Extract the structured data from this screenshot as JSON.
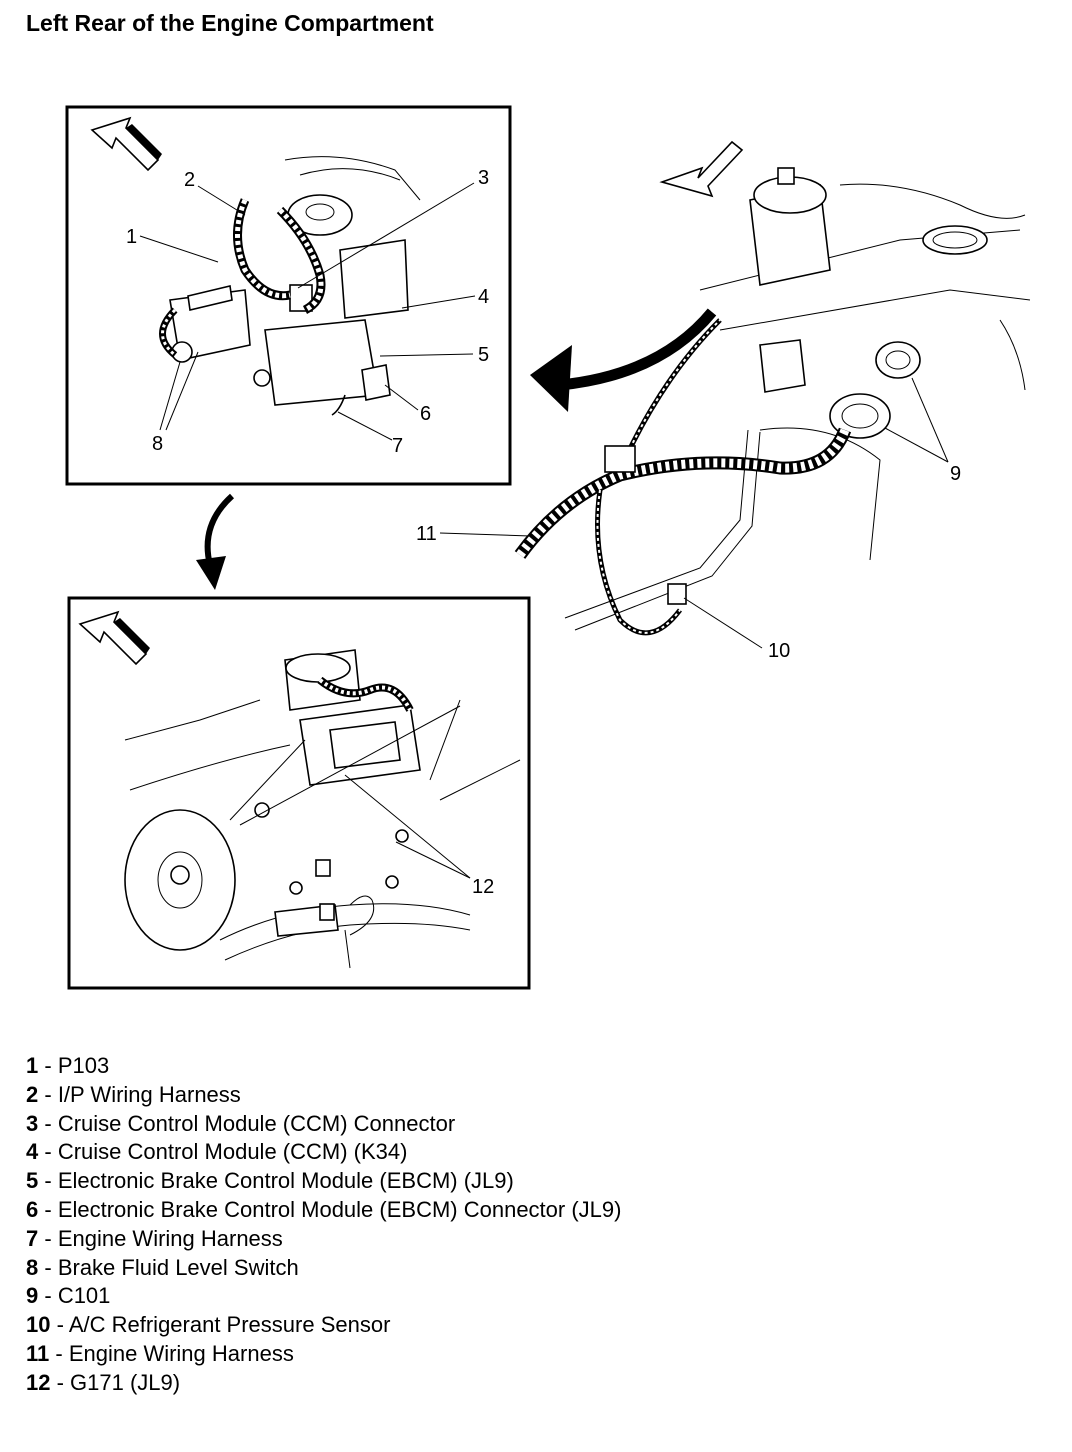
{
  "title": "Left Rear of the Engine Compartment",
  "callouts": [
    "1",
    "2",
    "3",
    "4",
    "5",
    "6",
    "7",
    "8",
    "9",
    "10",
    "11",
    "12"
  ],
  "legend": [
    {
      "num": "1",
      "sep": " - ",
      "text": "P103"
    },
    {
      "num": "2",
      "sep": " - ",
      "text": "I/P Wiring Harness"
    },
    {
      "num": "3",
      "sep": " - ",
      "text": "Cruise Control Module (CCM) Connector"
    },
    {
      "num": "4",
      "sep": " - ",
      "text": "Cruise Control Module (CCM) (K34)"
    },
    {
      "num": "5",
      "sep": " - ",
      "text": "Electronic Brake Control Module (EBCM) (JL9)"
    },
    {
      "num": "6",
      "sep": " - ",
      "text": "Electronic Brake Control Module (EBCM) Connector (JL9)"
    },
    {
      "num": "7",
      "sep": " - ",
      "text": "Engine Wiring Harness"
    },
    {
      "num": "8",
      "sep": " - ",
      "text": "Brake Fluid Level Switch"
    },
    {
      "num": "9",
      "sep": " - ",
      "text": "C101"
    },
    {
      "num": "10",
      "sep": " - ",
      "text": "A/C Refrigerant Pressure Sensor"
    },
    {
      "num": "11",
      "sep": " - ",
      "text": "Engine Wiring Harness"
    },
    {
      "num": "12",
      "sep": " - ",
      "text": "G171 (JL9)"
    }
  ]
}
